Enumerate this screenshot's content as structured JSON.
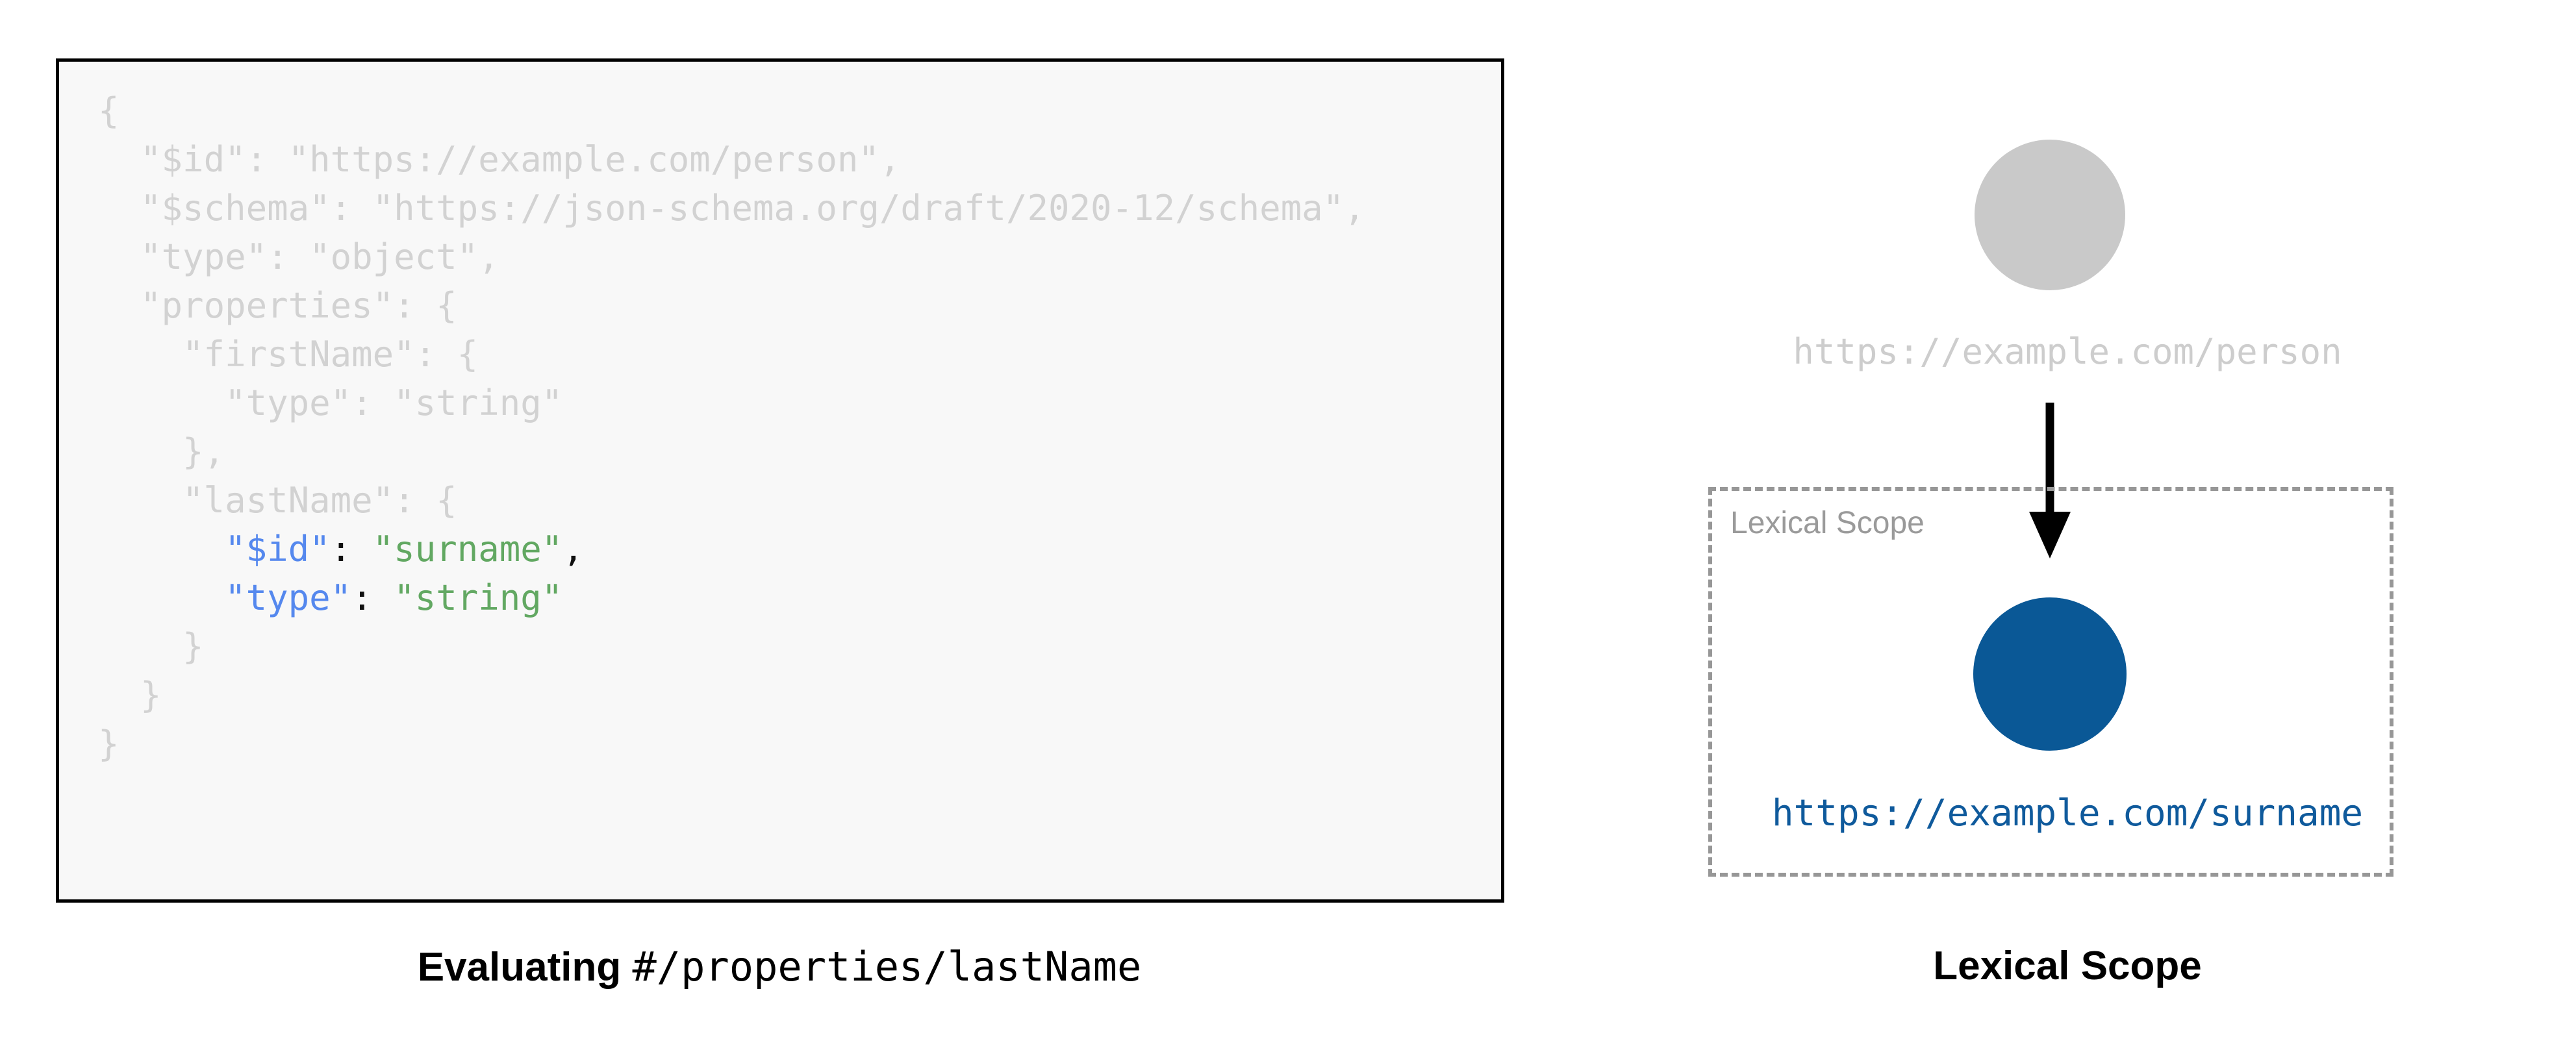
{
  "left_panel": {
    "code_lines": [
      {
        "indent": 0,
        "segments": [
          {
            "text": "{",
            "style": "dim"
          }
        ]
      },
      {
        "indent": 1,
        "segments": [
          {
            "text": "\"$id\": \"https://example.com/person\",",
            "style": "dim"
          }
        ]
      },
      {
        "indent": 1,
        "segments": [
          {
            "text": "\"$schema\": \"https://json-schema.org/draft/2020-12/schema\",",
            "style": "dim"
          }
        ]
      },
      {
        "indent": 1,
        "segments": [
          {
            "text": "\"type\": \"object\",",
            "style": "dim"
          }
        ]
      },
      {
        "indent": 1,
        "segments": [
          {
            "text": "\"properties\": {",
            "style": "dim"
          }
        ]
      },
      {
        "indent": 2,
        "segments": [
          {
            "text": "\"firstName\": {",
            "style": "dim"
          }
        ]
      },
      {
        "indent": 3,
        "segments": [
          {
            "text": "\"type\": \"string\"",
            "style": "dim"
          }
        ]
      },
      {
        "indent": 2,
        "segments": [
          {
            "text": "},",
            "style": "dim"
          }
        ]
      },
      {
        "indent": 2,
        "segments": [
          {
            "text": "\"lastName\": {",
            "style": "dim"
          }
        ]
      },
      {
        "indent": 3,
        "segments": [
          {
            "text": "\"$id\"",
            "style": "key"
          },
          {
            "text": ": ",
            "style": "punc"
          },
          {
            "text": "\"surname\"",
            "style": "str"
          },
          {
            "text": ",",
            "style": "punc"
          }
        ]
      },
      {
        "indent": 3,
        "segments": [
          {
            "text": "\"type\"",
            "style": "key"
          },
          {
            "text": ": ",
            "style": "punc"
          },
          {
            "text": "\"string\"",
            "style": "str"
          }
        ]
      },
      {
        "indent": 2,
        "segments": [
          {
            "text": "}",
            "style": "dim"
          }
        ]
      },
      {
        "indent": 1,
        "segments": [
          {
            "text": "}",
            "style": "dim"
          }
        ]
      },
      {
        "indent": 0,
        "segments": [
          {
            "text": "}",
            "style": "dim"
          }
        ]
      }
    ],
    "caption_bold": "Evaluating",
    "caption_mono": "#/properties/lastName"
  },
  "right_panel": {
    "outer_node_label": "https://example.com/person",
    "scope_label": "Lexical Scope",
    "inner_node_label": "https://example.com/surname",
    "caption": "Lexical Scope"
  },
  "colors": {
    "code_dim": "#d2d2d2",
    "code_key_blue": "#5588ee",
    "code_string_green": "#62a862",
    "code_punctuation": "#101010",
    "code_box_background": "#f8f8f8",
    "code_box_border": "#000000",
    "outer_node_fill": "#c9c9c9",
    "outer_node_text": "#cdcdcd",
    "scope_border": "#979797",
    "scope_label_text": "#9a9a9a",
    "inner_node_fill": "#0a5896",
    "inner_node_text": "#0f5a9c",
    "arrow": "#000000"
  }
}
